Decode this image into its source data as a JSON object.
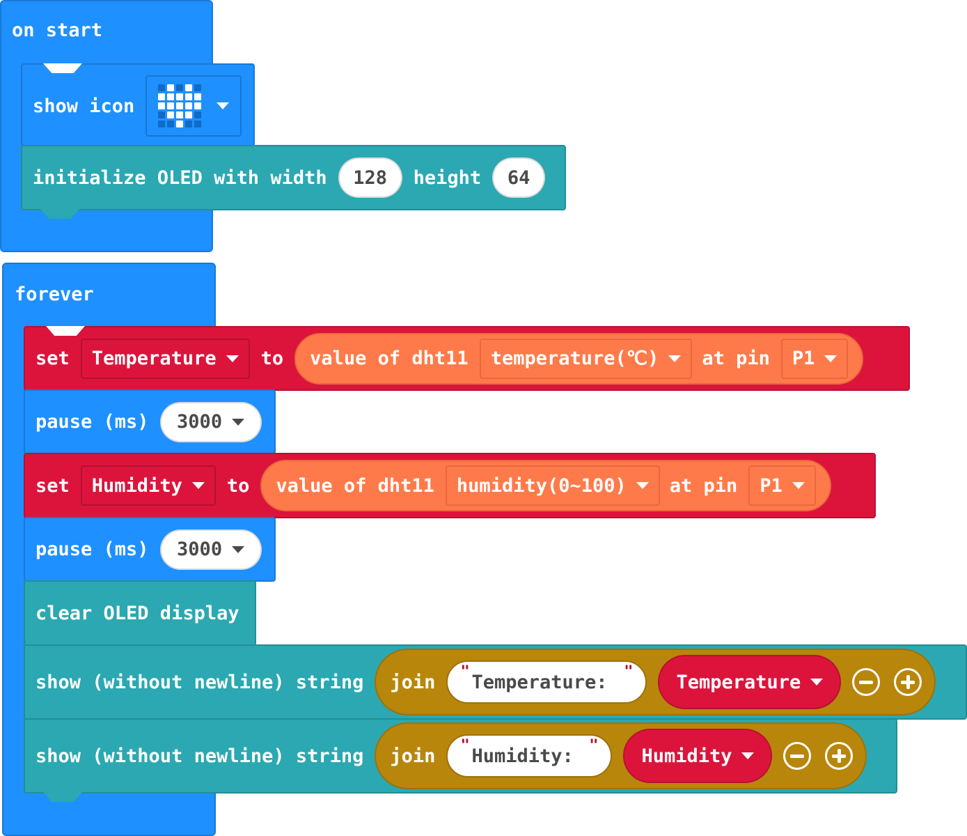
{
  "colors": {
    "basic": "#1e90ff",
    "oled": "#2ba8b1",
    "variables": "#dc143c",
    "sensor": "#ff7a4a",
    "text": "#b8860b"
  },
  "on_start": {
    "hat_label": "on start",
    "show_icon": {
      "label": "show icon",
      "icon_name": "heart",
      "grid": [
        [
          0,
          1,
          0,
          1,
          0
        ],
        [
          1,
          1,
          1,
          1,
          1
        ],
        [
          1,
          1,
          1,
          1,
          1
        ],
        [
          0,
          1,
          1,
          1,
          0
        ],
        [
          0,
          0,
          1,
          0,
          0
        ]
      ]
    },
    "init_oled": {
      "label_width": "initialize OLED with width",
      "width": "128",
      "label_height": "height",
      "height": "64"
    }
  },
  "forever": {
    "hat_label": "forever",
    "set_temp": {
      "set_label": "set",
      "variable": "Temperature",
      "to_label": "to",
      "sensor_label": "value of dht11",
      "measure": "temperature(℃)",
      "pin_label": "at pin",
      "pin": "P1"
    },
    "pause_1": {
      "label": "pause (ms)",
      "value": "3000"
    },
    "set_hum": {
      "set_label": "set",
      "variable": "Humidity",
      "to_label": "to",
      "sensor_label": "value of dht11",
      "measure": "humidity(0~100)",
      "pin_label": "at pin",
      "pin": "P1"
    },
    "pause_2": {
      "label": "pause (ms)",
      "value": "3000"
    },
    "clear": {
      "label": "clear OLED display"
    },
    "show_temp": {
      "label": "show (without newline) string",
      "join_label": "join",
      "text": "Temperature:",
      "variable": "Temperature"
    },
    "show_hum": {
      "label": "show (without newline) string",
      "join_label": "join",
      "text": "Humidity:",
      "variable": "Humidity"
    }
  }
}
